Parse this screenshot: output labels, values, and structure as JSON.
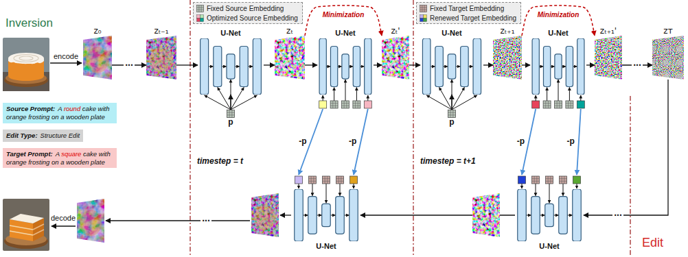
{
  "diagram": {
    "nodes": [
      {
        "text": [
          "z₀"
        ]
      },
      {
        "text": [
          "zₜ₋₁"
        ]
      },
      {
        "text": [
          "U-Net"
        ]
      },
      {
        "text": [
          "p"
        ]
      },
      {
        "text": [
          "zₜ"
        ]
      },
      {
        "text": [
          "U-Net"
        ]
      },
      {
        "text": [
          "zₜ'"
        ]
      },
      {
        "text": [
          "U-Net"
        ]
      },
      {
        "text": [
          "p"
        ]
      },
      {
        "text": [
          "zₜ₊₁"
        ]
      },
      {
        "text": [
          "U-Net"
        ]
      },
      {
        "text": [
          "zₜ₊₁'"
        ]
      },
      {
        "text": [
          "zᴛ"
        ]
      },
      {
        "text": [
          "U-Net"
        ]
      },
      {
        "text": [
          "U-Net"
        ]
      },
      {
        "text": [
          "Source Prompt:",
          "A round cake with orange frosting on a wooden plate"
        ]
      },
      {
        "text": [
          "Edit Type:",
          "Structure Edit"
        ]
      },
      {
        "text": [
          "Target Prompt:",
          "A square cake with orange frosting on a wooden plate"
        ]
      }
    ],
    "edges": [
      {
        "from": 0,
        "to": 1,
        "arrow": "to",
        "label": "..."
      },
      {
        "from": 1,
        "to": 2,
        "arrow": "to"
      },
      {
        "from": 2,
        "to": 4,
        "arrow": "to"
      },
      {
        "from": 3,
        "to": 2,
        "arrow": "to"
      },
      {
        "from": 4,
        "to": 5,
        "arrow": "to"
      },
      {
        "from": 5,
        "to": 6,
        "arrow": "to"
      },
      {
        "from": 4,
        "to": 6,
        "arrow": "to",
        "label": "Minimization"
      },
      {
        "from": 6,
        "to": 7,
        "arrow": "to"
      },
      {
        "from": 7,
        "to": 9,
        "arrow": "to"
      },
      {
        "from": 8,
        "to": 7,
        "arrow": "to"
      },
      {
        "from": 9,
        "to": 10,
        "arrow": "to"
      },
      {
        "from": 10,
        "to": 11,
        "arrow": "to"
      },
      {
        "from": 9,
        "to": 11,
        "arrow": "to",
        "label": "Minimization"
      },
      {
        "from": 11,
        "to": 12,
        "arrow": "to",
        "label": "..."
      },
      {
        "from": 12,
        "to": 14,
        "arrow": "to",
        "label": "..."
      },
      {
        "from": 14,
        "to": 13,
        "arrow": "to"
      }
    ],
    "labels": [
      "Inversion",
      "encode",
      "timestep = t",
      "-p",
      "-p",
      "timestep = t+1",
      "-p",
      "-p",
      "...",
      "decode",
      "Edit"
    ],
    "legend": [
      {
        "text": "Fixed Source Embedding",
        "color": "#b8c4b8"
      },
      {
        "text": "Optimized Source Embedding"
      },
      {
        "text": "Fixed Target Embedding",
        "color": "#c6a5a0"
      },
      {
        "text": "Renewed Target Embedding"
      }
    ]
  }
}
